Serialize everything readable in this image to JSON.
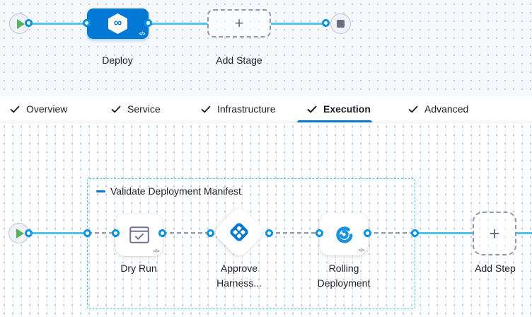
{
  "colors": {
    "primary_blue": "#0278d5",
    "connector_blue": "#4fc3ec",
    "connector_gray": "#9a9cb0",
    "group_border_cyan": "#3fcbe4",
    "node_ring_blue": "#0b93e1",
    "play_green": "#56b25c"
  },
  "stage_pipeline": {
    "stage_label": "Deploy",
    "add_stage_label": "Add Stage"
  },
  "tabs": [
    {
      "label": "Overview"
    },
    {
      "label": "Service"
    },
    {
      "label": "Infrastructure"
    },
    {
      "label": "Execution"
    },
    {
      "label": "Advanced"
    }
  ],
  "execution_graph": {
    "group_label": "Validate Deployment Manifest",
    "steps": [
      {
        "label": "Dry Run"
      },
      {
        "label": "Approve Harness..."
      },
      {
        "label": "Rolling Deployment"
      }
    ],
    "add_step_label": "Add Step"
  },
  "glyphs": {
    "plus": "+",
    "code": "</>",
    "infinity": "∞"
  }
}
